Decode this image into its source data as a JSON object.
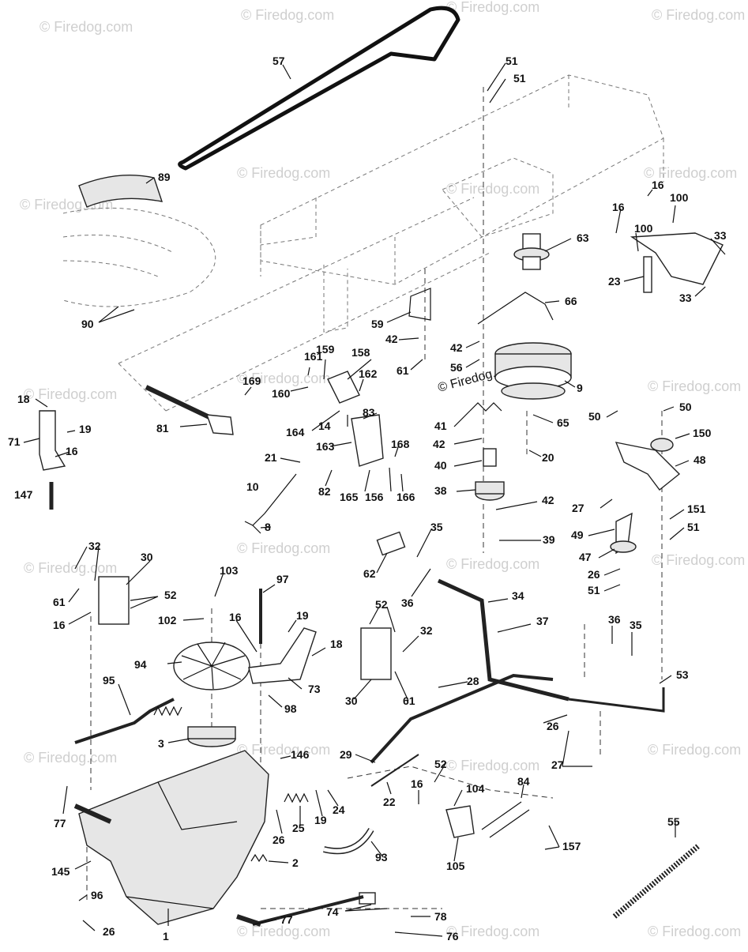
{
  "watermark": "© Firedog.com",
  "callouts": [
    "57",
    "51",
    "51",
    "89",
    "63",
    "66",
    "16",
    "16",
    "100",
    "100",
    "33",
    "23",
    "33",
    "90",
    "59",
    "42",
    "61",
    "42",
    "56",
    "9",
    "161",
    "159",
    "158",
    "169",
    "162",
    "160",
    "83",
    "164",
    "14",
    "163",
    "168",
    "81",
    "18",
    "19",
    "71",
    "16",
    "147",
    "21",
    "82",
    "165",
    "156",
    "166",
    "10",
    "8",
    "41",
    "42",
    "65",
    "40",
    "38",
    "20",
    "42",
    "39",
    "50",
    "50",
    "150",
    "48",
    "27",
    "151",
    "51",
    "49",
    "47",
    "26",
    "51",
    "35",
    "62",
    "36",
    "34",
    "37",
    "32",
    "30",
    "52",
    "61",
    "16",
    "103",
    "97",
    "102",
    "16",
    "19",
    "18",
    "94",
    "73",
    "98",
    "52",
    "32",
    "30",
    "61",
    "36",
    "35",
    "53",
    "28",
    "95",
    "3",
    "146",
    "26",
    "27",
    "29",
    "22",
    "16",
    "52",
    "104",
    "84",
    "77",
    "25",
    "19",
    "24",
    "26",
    "93",
    "55",
    "2",
    "157",
    "105",
    "145",
    "96",
    "77",
    "78",
    "74",
    "76",
    "26",
    "1"
  ]
}
